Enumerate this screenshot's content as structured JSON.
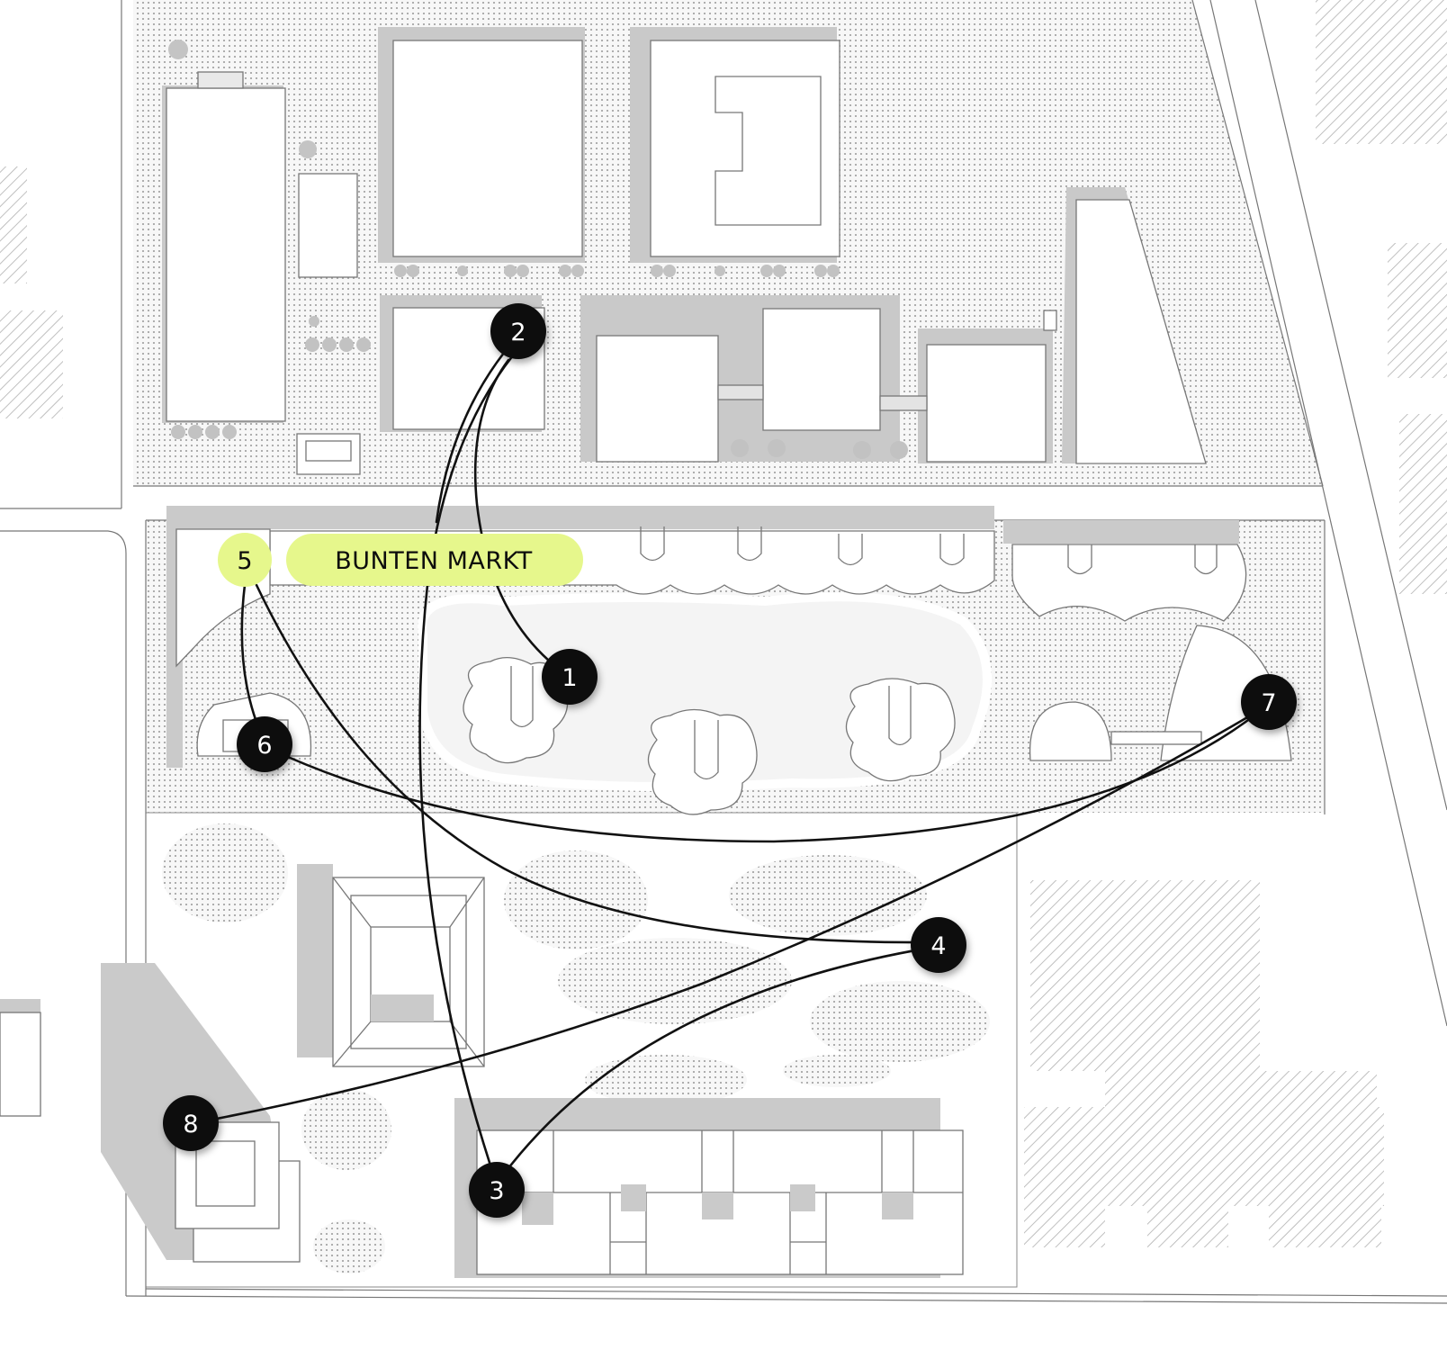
{
  "colors": {
    "accent": "#e6f78c",
    "marker": "#0d0d0d",
    "marker_text": "#ffffff",
    "route": "#111111",
    "shadow": "#c8c8c8",
    "building_fill": "#ffffff",
    "building_stroke": "#777777"
  },
  "highlight": {
    "number": "5",
    "label": "BUNTEN MARKT"
  },
  "markers": [
    {
      "id": "1",
      "label": "1"
    },
    {
      "id": "2",
      "label": "2"
    },
    {
      "id": "3",
      "label": "3"
    },
    {
      "id": "4",
      "label": "4"
    },
    {
      "id": "6",
      "label": "6"
    },
    {
      "id": "7",
      "label": "7"
    },
    {
      "id": "8",
      "label": "8"
    }
  ],
  "routes": [
    {
      "from": "2",
      "to": "1"
    },
    {
      "from": "2",
      "to": "3"
    },
    {
      "from": "5",
      "to": "6"
    },
    {
      "from": "5",
      "to": "4"
    },
    {
      "from": "6",
      "to": "7"
    },
    {
      "from": "7",
      "to": "8"
    },
    {
      "from": "4",
      "to": "3"
    }
  ]
}
